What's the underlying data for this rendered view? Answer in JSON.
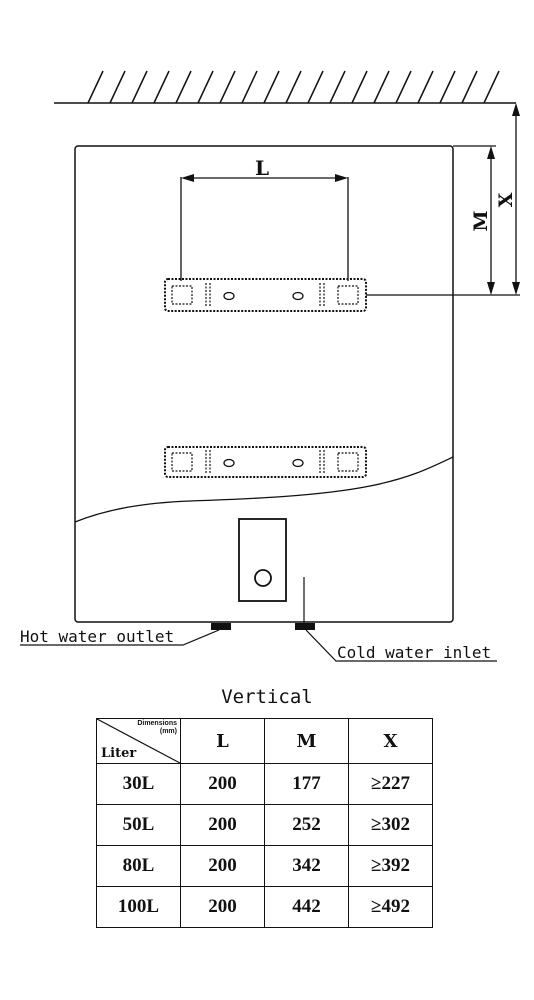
{
  "diagram": {
    "dimension_labels": {
      "l": "L",
      "m": "M",
      "x": "X"
    },
    "callouts": {
      "hot_water_outlet": "Hot water outlet",
      "cold_water_inlet": "Cold water inlet"
    }
  },
  "table": {
    "title": "Vertical",
    "corner_top": "Dimensions",
    "corner_unit": "(mm)",
    "corner_bottom": "Liter",
    "columns": [
      "L",
      "M",
      "X"
    ],
    "rows": [
      {
        "liter": "30L",
        "l": "200",
        "m": "177",
        "x": "≥227"
      },
      {
        "liter": "50L",
        "l": "200",
        "m": "252",
        "x": "≥302"
      },
      {
        "liter": "80L",
        "l": "200",
        "m": "342",
        "x": "≥392"
      },
      {
        "liter": "100L",
        "l": "200",
        "m": "442",
        "x": "≥492"
      }
    ]
  }
}
